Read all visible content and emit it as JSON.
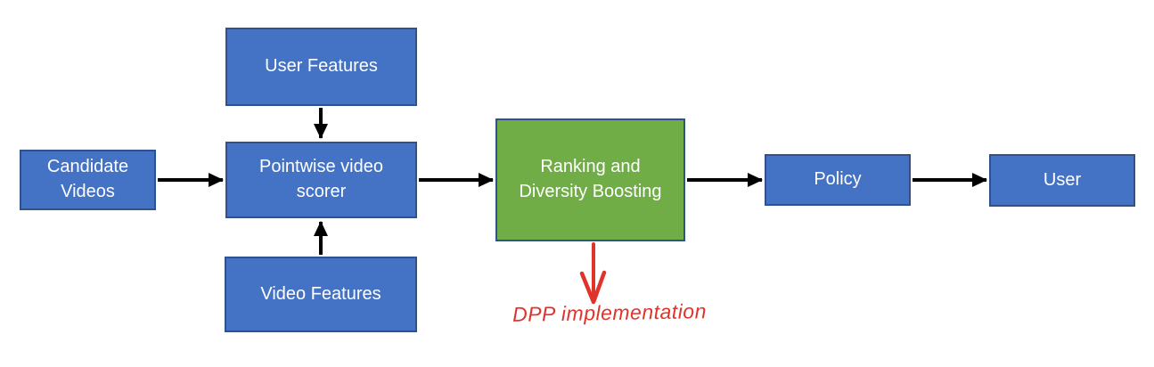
{
  "diagram": {
    "nodes": {
      "candidate_videos": {
        "label": "Candidate Videos",
        "fill": "#4472c4"
      },
      "user_features": {
        "label": "User Features",
        "fill": "#4472c4"
      },
      "pointwise_scorer": {
        "label": "Pointwise video scorer",
        "fill": "#4472c4"
      },
      "video_features": {
        "label": "Video Features",
        "fill": "#4472c4"
      },
      "ranking_diversity_boosting": {
        "label": "Ranking and Diversity Boosting",
        "fill": "#70ad47"
      },
      "policy": {
        "label": "Policy",
        "fill": "#4472c4"
      },
      "user": {
        "label": "User",
        "fill": "#4472c4"
      }
    },
    "edges": [
      {
        "from": "candidate_videos",
        "to": "pointwise_scorer",
        "style": "solid-black"
      },
      {
        "from": "user_features",
        "to": "pointwise_scorer",
        "style": "solid-black"
      },
      {
        "from": "video_features",
        "to": "pointwise_scorer",
        "style": "solid-black"
      },
      {
        "from": "pointwise_scorer",
        "to": "ranking_diversity_boosting",
        "style": "solid-black"
      },
      {
        "from": "ranking_diversity_boosting",
        "to": "policy",
        "style": "solid-black"
      },
      {
        "from": "policy",
        "to": "user",
        "style": "solid-black"
      },
      {
        "from": "ranking_diversity_boosting",
        "to": "dpp_annotation",
        "style": "hand-drawn-red"
      }
    ],
    "annotation": {
      "label": "DPP implementation",
      "color": "#e0342b"
    },
    "colors": {
      "node_blue": "#4472c4",
      "node_green": "#70ad47",
      "node_border": "#2f528f",
      "node_text": "#ffffff",
      "arrow_black": "#000000",
      "annotation_red": "#e0342b",
      "background": "#ffffff"
    }
  }
}
